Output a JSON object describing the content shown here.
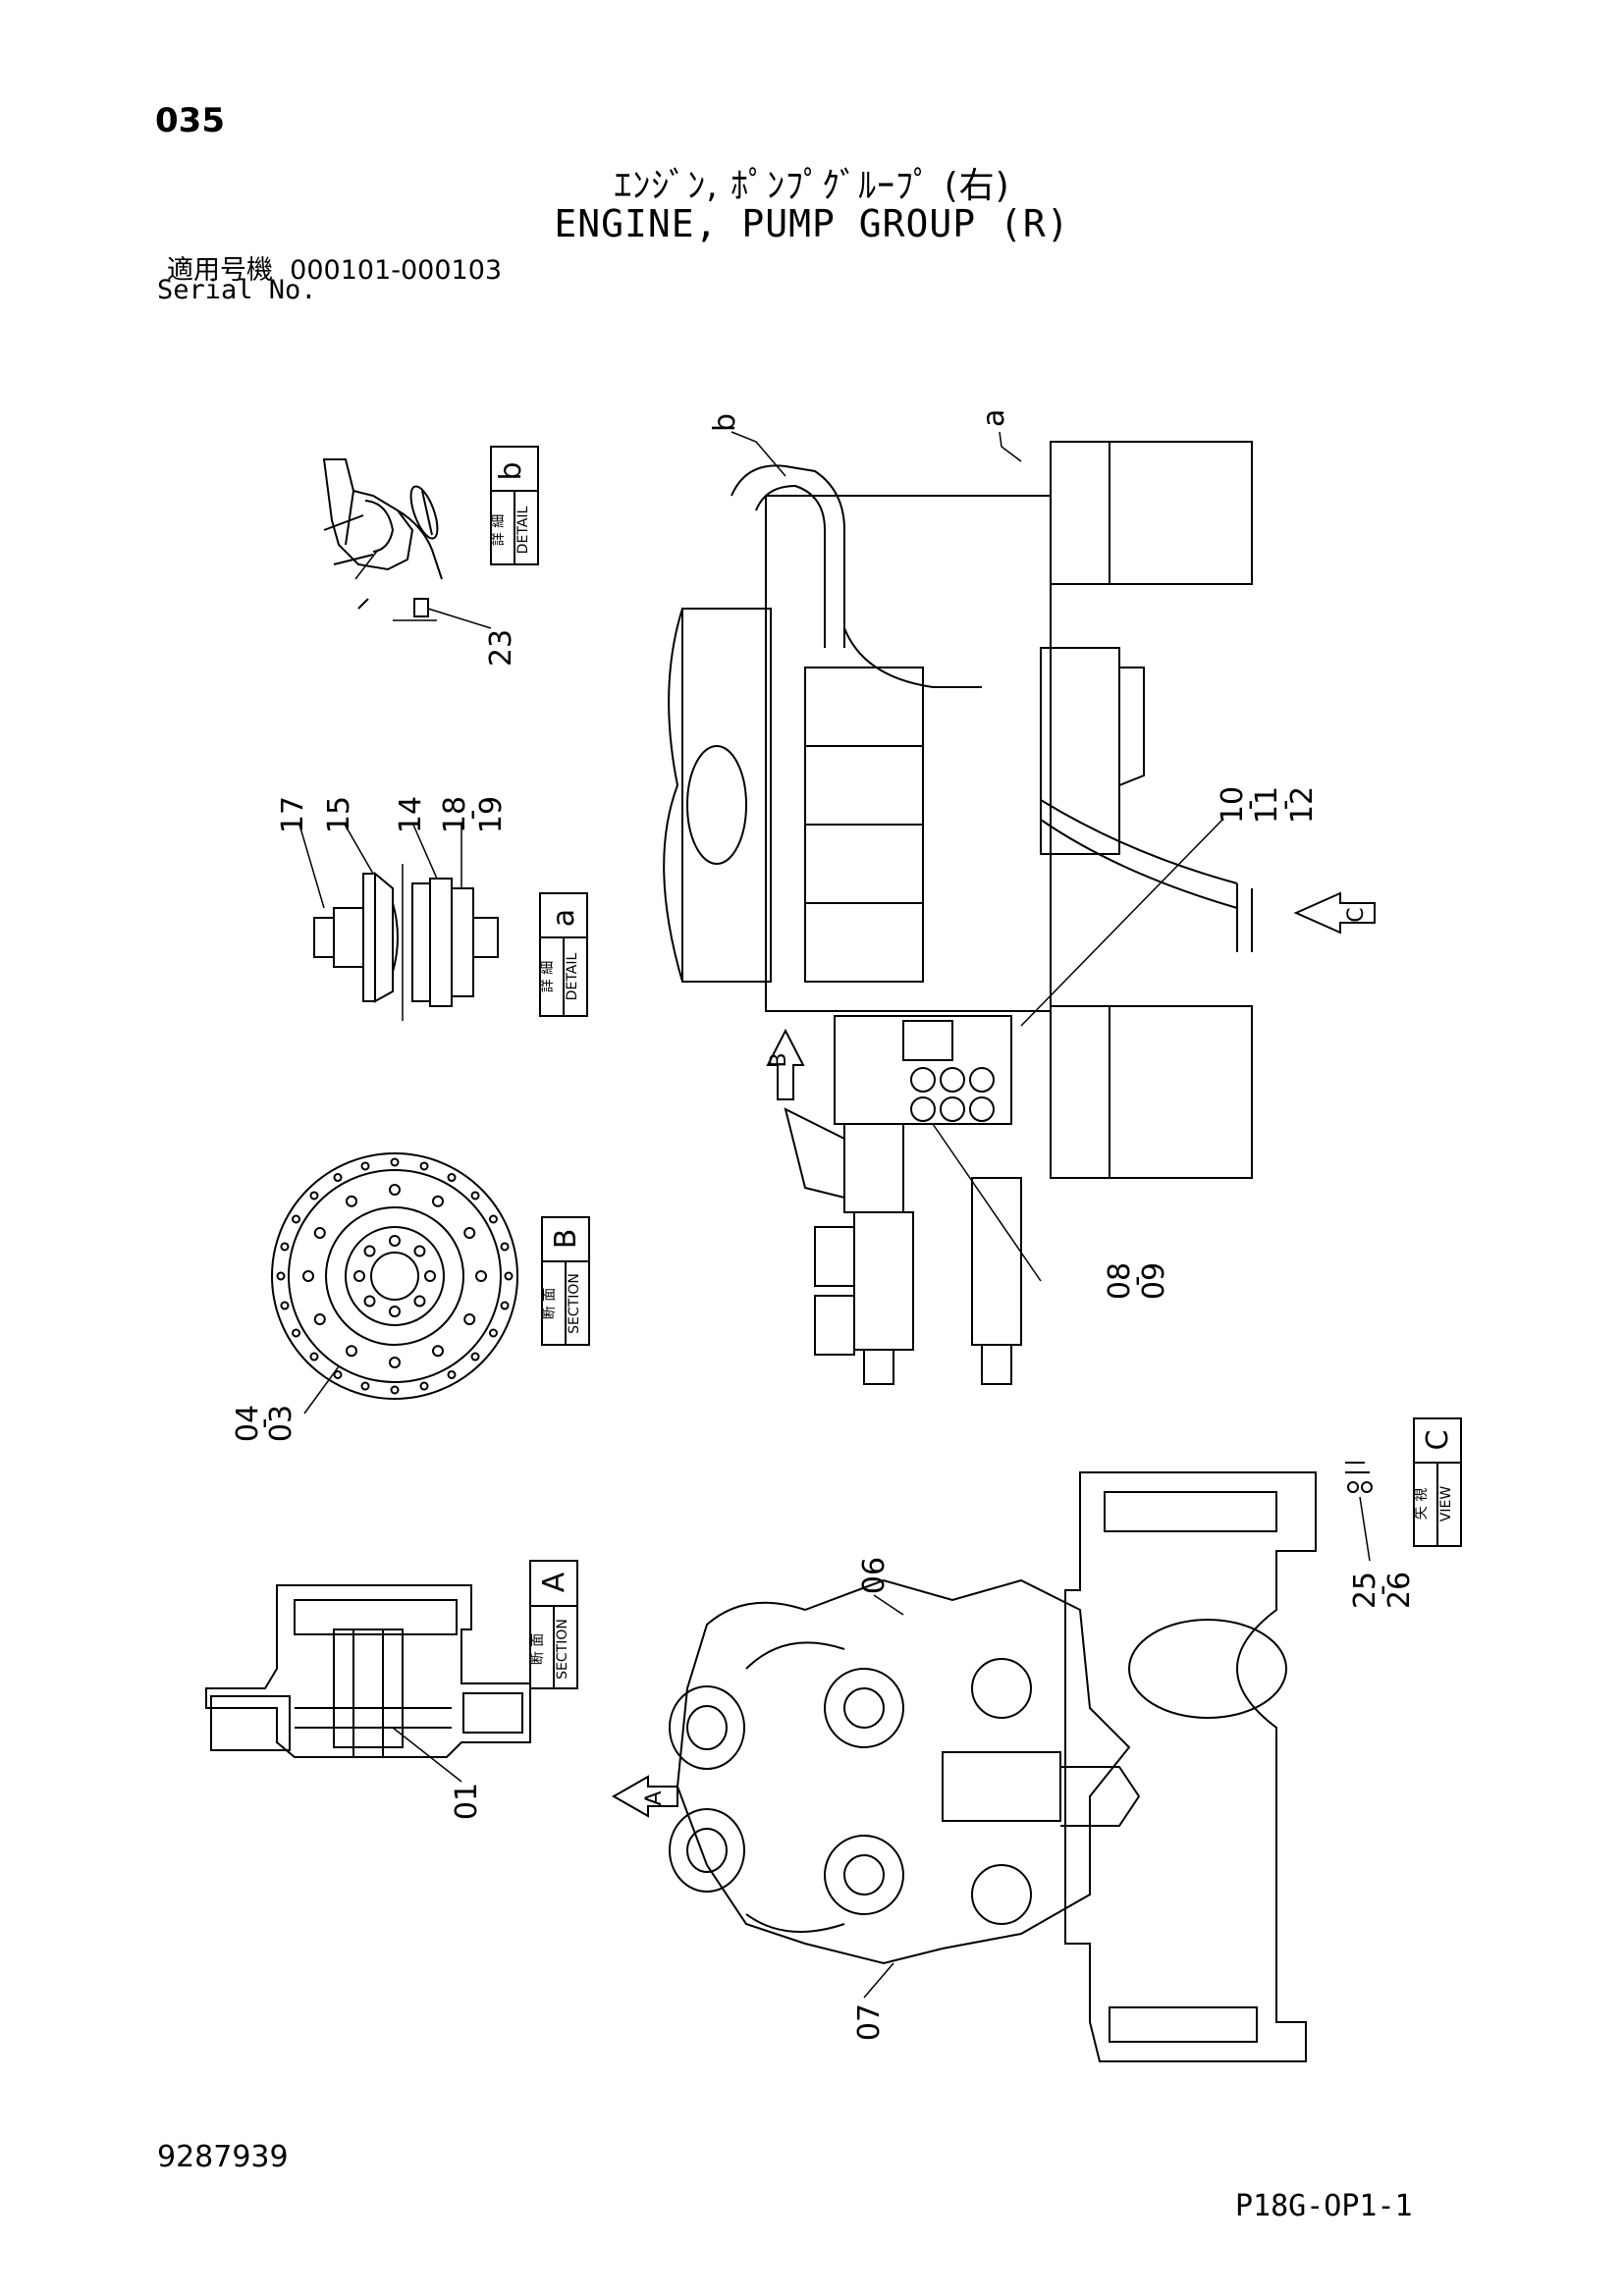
{
  "page_number": "035",
  "title_jp": "ｴﾝｼﾞﾝ, ﾎﾟﾝﾌﾟｸﾞﾙｰﾌﾟ (右)",
  "title_en": "ENGINE, PUMP GROUP (R)",
  "serial_label_jp": "適用号機",
  "serial_range": "000101-000103",
  "serial_label_en": "Serial No.",
  "document_number": "9287939",
  "sheet_code": "P18G-OP1-1",
  "views": {
    "detail_b": {
      "jp": "詳 細",
      "en": "DETAIL",
      "letter": "b"
    },
    "detail_a": {
      "jp": "詳 細",
      "en": "DETAIL",
      "letter": "a"
    },
    "section_b": {
      "jp": "断 面",
      "en": "SECTION",
      "letter": "B"
    },
    "section_a": {
      "jp": "断 面",
      "en": "SECTION",
      "letter": "A"
    },
    "view_c": {
      "jp": "矢 視",
      "en": "VIEW",
      "letter": "C"
    }
  },
  "view_arrows": {
    "a": "A",
    "b": "B",
    "c": "C"
  },
  "leaders": {
    "a": "a",
    "b": "b"
  },
  "callouts": {
    "c01": "01",
    "c03_04": [
      "04",
      "-",
      "03"
    ],
    "c06": "06",
    "c07": "07",
    "c08_09": [
      "08",
      "-",
      "09"
    ],
    "c10_12": [
      "10",
      "-",
      "11",
      "-",
      "12"
    ],
    "c14": "14",
    "c15": "15",
    "c17": "17",
    "c18_19": [
      "18",
      "-",
      "19"
    ],
    "c23": "23",
    "c25_26": [
      "25",
      "-",
      "26"
    ]
  }
}
